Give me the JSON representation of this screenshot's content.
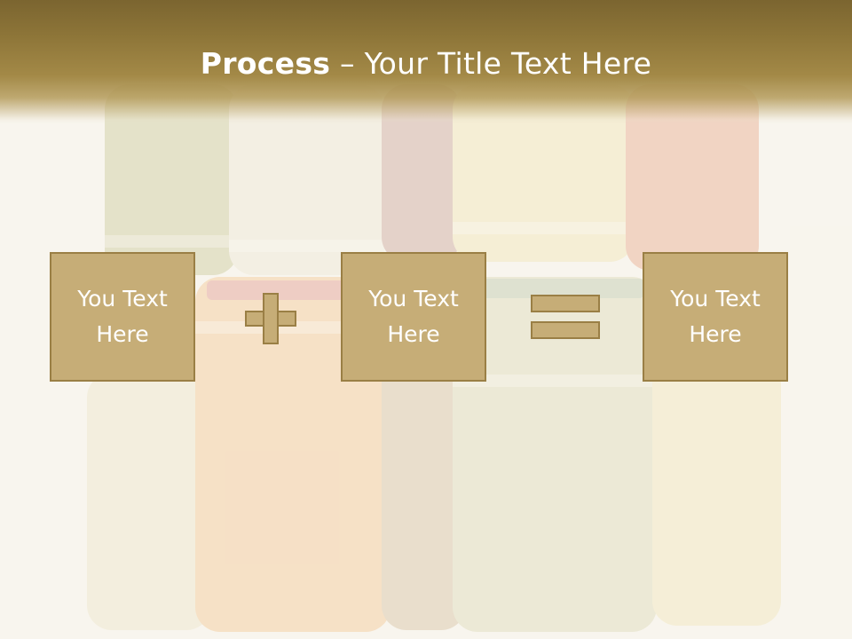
{
  "slide": {
    "title_bold": "Process",
    "title_rest": " – Your Title Text Here"
  },
  "process": {
    "boxes": [
      {
        "line1": "You Text",
        "line2": "Here"
      },
      {
        "line1": "You Text",
        "line2": "Here"
      },
      {
        "line1": "You Text",
        "line2": "Here"
      }
    ],
    "operator_1": "plus-icon",
    "operator_2": "equals-icon"
  },
  "colors": {
    "title_bar": "#8d7538",
    "box_fill": "#c6ad77",
    "box_border": "#9a7f45",
    "text": "#ffffff"
  }
}
